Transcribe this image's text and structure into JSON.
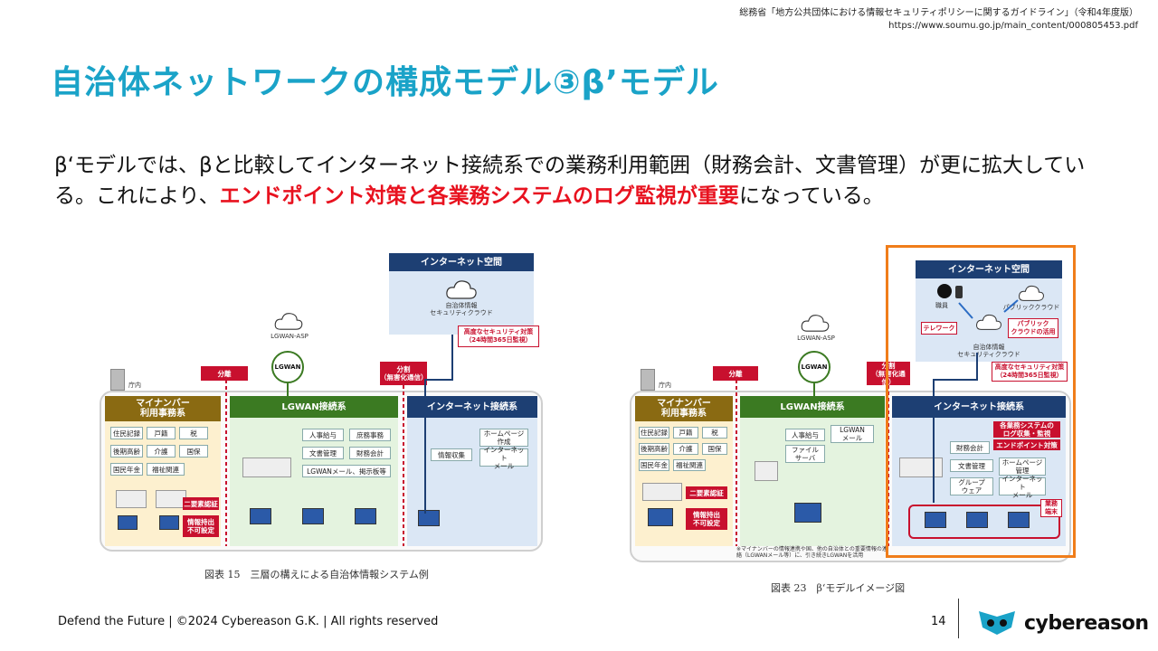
{
  "source": {
    "line1": "総務省「地方公共団体における情報セキュリティポリシーに関するガイドライン」（令和4年度版）",
    "line2": "https://www.soumu.go.jp/main_content/000805453.pdf"
  },
  "title": "自治体ネットワークの構成モデル③β’モデル",
  "body": {
    "text_before": "β‘モデルでは、βと比較してインターネット接続系での業務利用範囲（財務会計、文書管理）が更に拡大している。これにより、",
    "highlight": "エンドポイント対策と各業務システムのログ監視が重要",
    "text_after": "になっている。"
  },
  "fig1": {
    "caption": "図表 15　三層の構えによる自治体情報システム例",
    "chousha": "庁内",
    "bunri": "分離",
    "bunkatsu": "分割\n（無害化通信）",
    "lgwan_asp": "LGWAN-ASP",
    "lgwan_node": "LGWAN",
    "internet_space": "インターネット空間",
    "cloud_label": "自治体情報\nセキュリティクラウド",
    "security_note": "高度なセキュリティ対策\n（24時間365日監視）",
    "mynumber_header": "マイナンバー\n利用事務系",
    "mynumber_items": [
      "住民記録",
      "戸籍",
      "税",
      "後期高齢",
      "介護",
      "国保",
      "国民年金",
      "福祉関連"
    ],
    "auth": "二要素認証",
    "no_takeout": "情報持出\n不可設定",
    "lgwan_header": "LGWAN接続系",
    "lgwan_items": [
      "人事給与",
      "庶務事務",
      "文書管理",
      "財務会計",
      "LGWANメール、掲示板等"
    ],
    "inet_header": "インターネット接続系",
    "inet_items": [
      "ホームページ\n作成",
      "情報収集",
      "インターネット\nメール"
    ]
  },
  "fig2": {
    "caption": "図表 23　β‘モデルイメージ図",
    "chousha": "庁内",
    "bunri": "分離",
    "bunkatsu": "分割\n（無害化通信）",
    "lgwan_asp": "LGWAN-ASP",
    "lgwan_node": "LGWAN",
    "internet_space": "インターネット空間",
    "staff": "職員",
    "public_cloud": "パブリッククラウド",
    "telework": "テレワーク",
    "public_cloud_use": "パブリック\nクラウドの活用",
    "cloud_label": "自治体情報\nセキュリティクラウド",
    "security_note": "高度なセキュリティ対策\n（24時間365日監視）",
    "mynumber_header": "マイナンバー\n利用事務系",
    "mynumber_items": [
      "住民記録",
      "戸籍",
      "税",
      "後期高齢",
      "介護",
      "国保",
      "国民年金",
      "福祉関連"
    ],
    "auth": "二要素認証",
    "no_takeout": "情報持出\n不可設定",
    "lgwan_header": "LGWAN接続系",
    "lgwan_items": [
      "人事給与",
      "LGWAN\nメール",
      "ファイル\nサーバ"
    ],
    "inet_header": "インターネット接続系",
    "log_monitor": "各業務システムの\nログ収集・監視",
    "endpoint": "エンドポイント対策",
    "inet_items": [
      "財務会計",
      "文書管理",
      "ホームページ\n管理",
      "グループ\nウェア",
      "インターネット\nメール"
    ],
    "terminal": "業務\n端末",
    "note": "※マイナンバーの情報連携や国、他の自治体との重要情報の連絡（LGWANメール等）に、引き続きLGWANを活用"
  },
  "footer": {
    "text": "Defend the Future | ©2024 Cybereason G.K. | All rights reserved",
    "page": "14",
    "logo": "cybereason"
  },
  "colors": {
    "title": "#1aa3c8",
    "highlight": "#e8121f",
    "mynumber": "#8a6a12",
    "lgwan": "#3b7a22",
    "internet": "#1d3f73",
    "alert": "#c8102e",
    "focus_frame": "#f07d1a"
  }
}
